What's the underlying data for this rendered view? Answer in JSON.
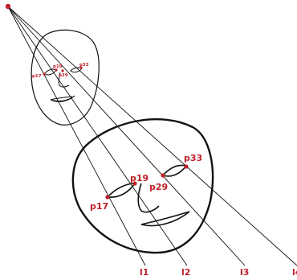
{
  "colors": {
    "ink": "#111111",
    "accent": "#c0202a",
    "background": "#ffffff"
  },
  "small_face": {
    "landmarks": {
      "p17": "p17",
      "p19": "p19",
      "p29": "p29",
      "p33": "p33"
    }
  },
  "large_face": {
    "landmarks": {
      "p17": "p17",
      "p19": "p19",
      "p29": "p29",
      "p33": "p33"
    }
  },
  "projection_lines": [
    "l1",
    "l2",
    "l3",
    "l4"
  ]
}
